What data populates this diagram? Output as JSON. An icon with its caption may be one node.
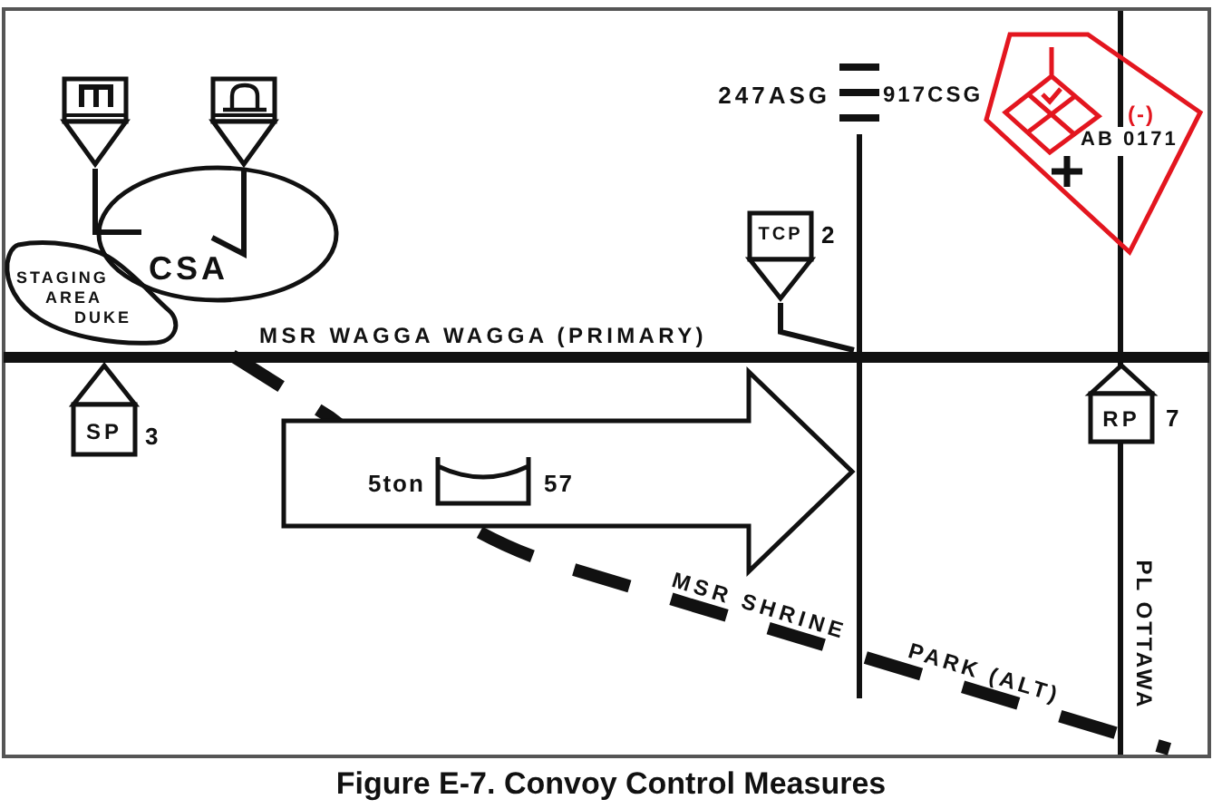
{
  "diagram": {
    "caption": "Figure E-7. Convoy Control Measures",
    "nodes": [
      {
        "text": [],
        "shape": "box"
      },
      {
        "text": [],
        "shape": "box"
      },
      {
        "text": [
          "(-)",
          "AB 0171"
        ]
      },
      {
        "text": [
          "CSA"
        ]
      },
      {
        "text": [
          "TCP"
        ],
        "beside": [
          "2"
        ]
      },
      {
        "text": [
          "STAGING AREA DUKE"
        ]
      },
      {
        "text": [
          "SP"
        ],
        "beside": [
          "3"
        ]
      },
      {
        "text": [
          "RP"
        ],
        "beside": [
          "7"
        ]
      },
      {
        "text": [
          "5ton",
          "57"
        ]
      }
    ],
    "edges": [
      {
        "from": 0,
        "to": 3,
        "arrow": "none"
      },
      {
        "from": 1,
        "to": 3,
        "arrow": "none"
      },
      {
        "from": 4,
        "to": null,
        "arrow": "none"
      }
    ],
    "labels": [
      "247ASG",
      "917CSG",
      "MSR WAGGA WAGGA (PRIMARY)",
      "MSR SHRINE",
      "PARK (ALT)",
      "PL OTTAWA"
    ]
  }
}
